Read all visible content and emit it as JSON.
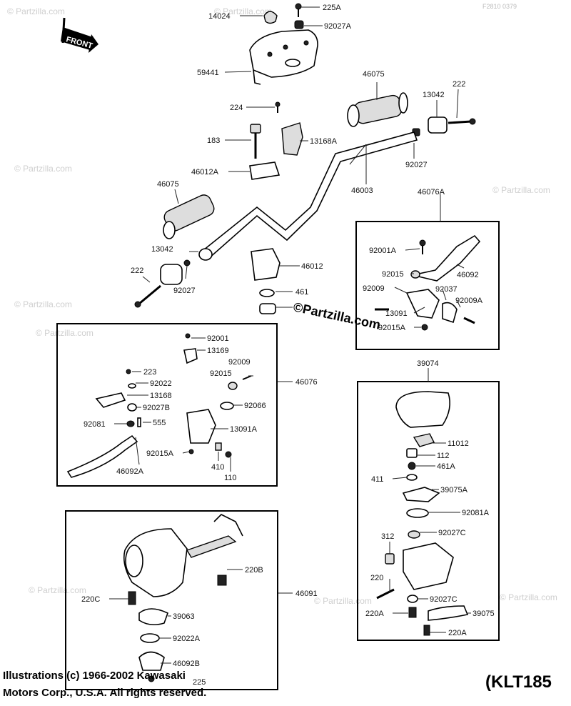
{
  "ref_code": "KLT185",
  "ref_code_display": "(KLT185",
  "top_corner_id": "F2810 0379",
  "front_label": "FRONT",
  "copyright_line1": "Illustrations (c) 1966-2002 Kawasaki",
  "copyright_line2": "Motors Corp., U.S.A. All rights reserved.",
  "watermark": "© Partzilla.com",
  "watermark_center": "©Partzilla.com",
  "callouts": {
    "c14024": "14024",
    "c225A": "225A",
    "c92027A": "92027A",
    "c59441": "59441",
    "c46075_top": "46075",
    "c222_top": "222",
    "c13042_top": "13042",
    "c224": "224",
    "c183": "183",
    "c13168A": "13168A",
    "c92027_r": "92027",
    "c46012A": "46012A",
    "c46003": "46003",
    "c46075_l": "46075",
    "c46076A": "46076A",
    "c13042_l": "13042",
    "c46012": "46012",
    "c222_l": "222",
    "c92027_l": "92027",
    "c461": "461",
    "c92001A": "92001A",
    "c92015": "92015",
    "c92092": "46092",
    "c92009": "92009",
    "c92037": "92037",
    "c92009A": "92009A",
    "c13091": "13091",
    "c92015A_r": "92015A",
    "c92001": "92001",
    "c13169": "13169",
    "c92009b": "92009",
    "c92015b": "92015",
    "c46076": "46076",
    "c223": "223",
    "c92022": "92022",
    "c13168": "13168",
    "c92027B": "92027B",
    "c92066": "92066",
    "c92081": "92081",
    "c555": "555",
    "c13091A": "13091A",
    "c92015A_l": "92015A",
    "c46092A": "46092A",
    "c410": "410",
    "c110": "110",
    "c39074": "39074",
    "c11012": "11012",
    "c112": "112",
    "c461A": "461A",
    "c411": "411",
    "c39075A": "39075A",
    "c92081A": "92081A",
    "c312": "312",
    "c92027C": "92027C",
    "c220": "220",
    "c92027C_b": "92027C",
    "c220A_l": "220A",
    "c39075": "39075",
    "c220A_b": "220A",
    "c220B": "220B",
    "c46091": "46091",
    "c220C": "220C",
    "c39063": "39063",
    "c92022A": "92022A",
    "c46092B": "46092B",
    "c225": "225"
  }
}
